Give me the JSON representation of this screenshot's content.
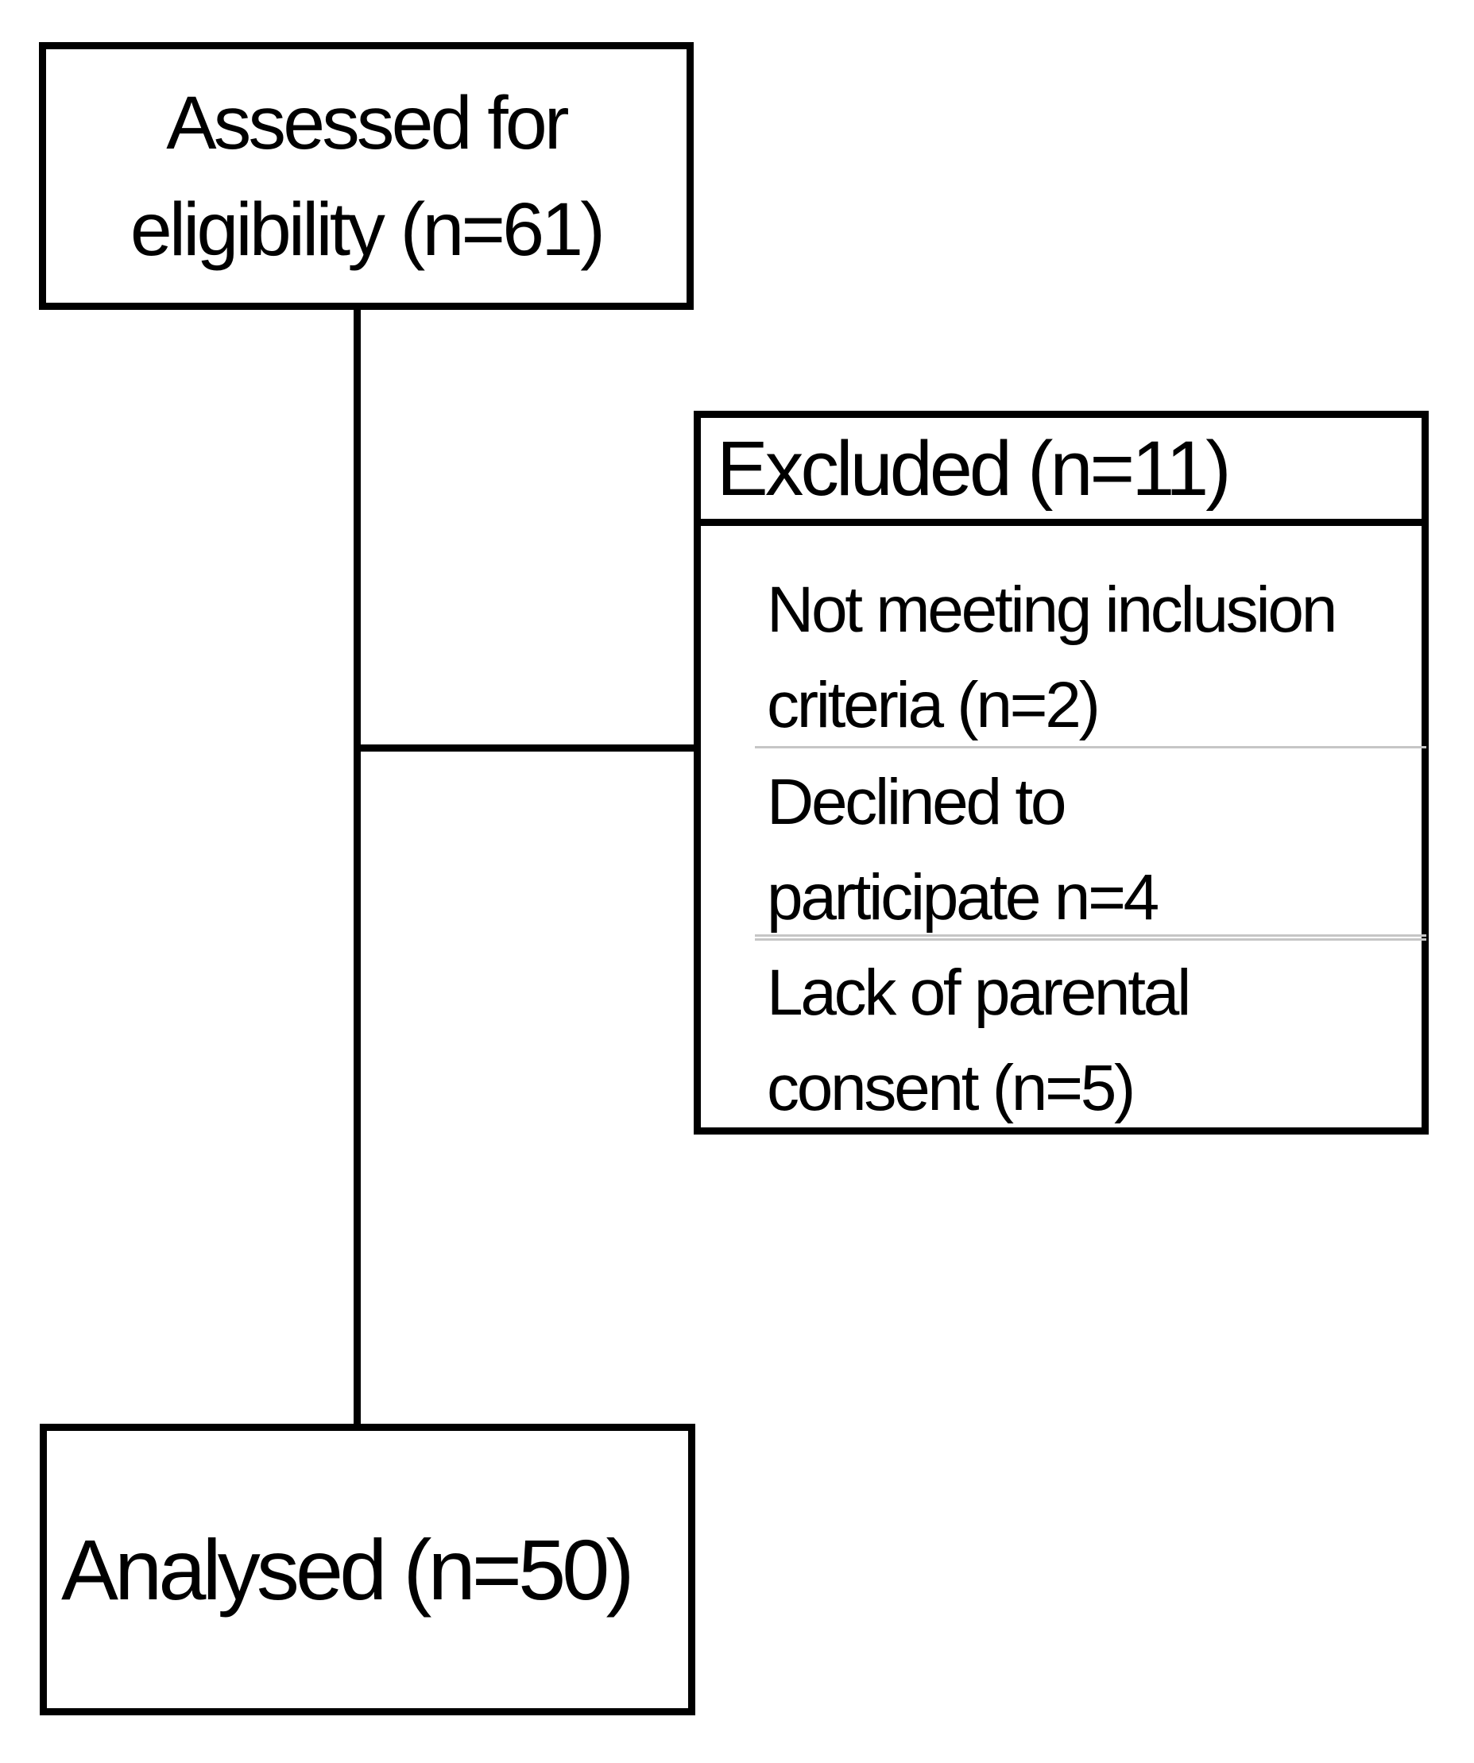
{
  "diagram": {
    "assessed": {
      "lines": [
        "Assessed for",
        "eligibility (n=61)"
      ],
      "n": 61
    },
    "excluded": {
      "header": "Excluded (n=11)",
      "n": 11,
      "items": [
        {
          "lines": [
            "Not meeting inclusion",
            "criteria (n=2)"
          ],
          "n": 2
        },
        {
          "lines": [
            "Declined to",
            "participate n=4"
          ],
          "n": 4
        },
        {
          "lines": [
            "Lack of parental",
            "consent (n=5)"
          ],
          "n": 5
        }
      ]
    },
    "analysed": {
      "label": "Analysed (n=50)",
      "n": 50
    },
    "colors": {
      "border": "#000000",
      "text": "#000000",
      "divider": "#c6c6c6",
      "background": "#ffffff"
    }
  }
}
